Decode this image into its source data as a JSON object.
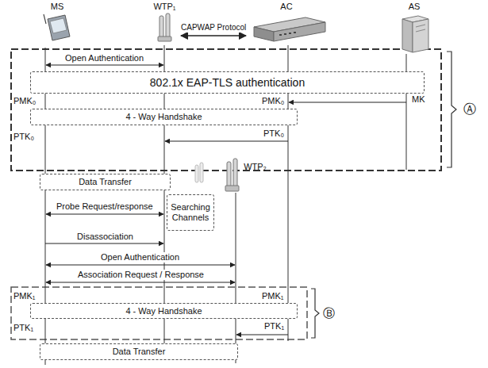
{
  "diagram": {
    "nodes": [
      {
        "text": [
          "MS"
        ]
      },
      {
        "text": [
          "WTP₁"
        ]
      },
      {
        "text": [
          "AC"
        ]
      },
      {
        "text": [
          "AS"
        ]
      },
      {
        "text": [
          "802.1x EAP-TLS authentication"
        ]
      },
      {
        "text": [
          "4 - Way Handshake"
        ]
      },
      {
        "text": [
          "Data Transfer"
        ]
      },
      {
        "text": [
          "WTP₂"
        ]
      },
      {
        "text": [
          "Searching Channels"
        ]
      },
      {
        "text": [
          "4 - Way Handshake"
        ]
      },
      {
        "text": [
          "Data Transfer"
        ]
      }
    ],
    "edges": [
      {
        "from": 1,
        "to": 2,
        "label": "CAPWAP Protocol",
        "arrow": "both"
      }
    ],
    "labels": [
      "Open Authentication",
      "PMK₀",
      "MK",
      "PMK₀",
      "PTK₀",
      "PTK₀",
      "Probe Request/response",
      "Disassociation",
      "Open Authentication",
      "Association Request / Response",
      "PMK₁",
      "PMK₁",
      "PTK₁",
      "PTK₁",
      "Ⓐ",
      "Ⓑ"
    ]
  }
}
